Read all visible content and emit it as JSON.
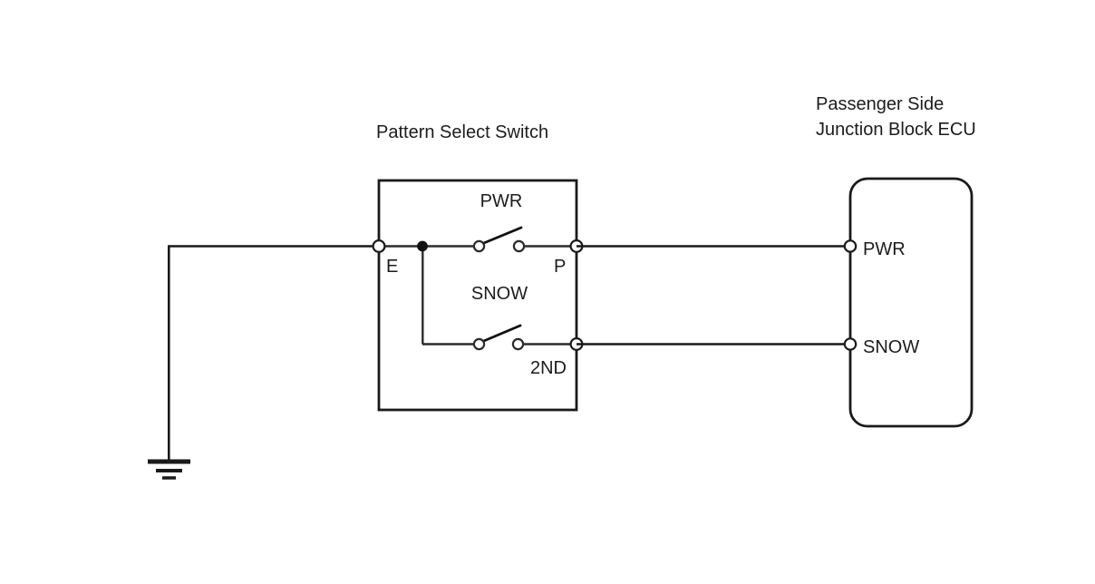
{
  "diagram": {
    "title_switch": "Pattern Select Switch",
    "title_ecu_line1": "Passenger Side",
    "title_ecu_line2": "Junction Block ECU",
    "switch_box": {
      "pwr_label": "PWR",
      "snow_label": "SNOW",
      "second_label": "2ND",
      "terminal_e": "E",
      "terminal_p": "P"
    },
    "ecu_block": {
      "pin_pwr": "PWR",
      "pin_snow": "SNOW"
    },
    "icons": {
      "ground": "ground-symbol",
      "switch_pwr": "spst-switch-open-icon",
      "switch_snow": "spst-switch-open-icon",
      "junction": "junction-dot-icon"
    },
    "colors": {
      "line": "#1a1a1a",
      "text": "#1c1c1c",
      "background": "#ffffff",
      "terminal_fill": "#ffffff"
    }
  }
}
